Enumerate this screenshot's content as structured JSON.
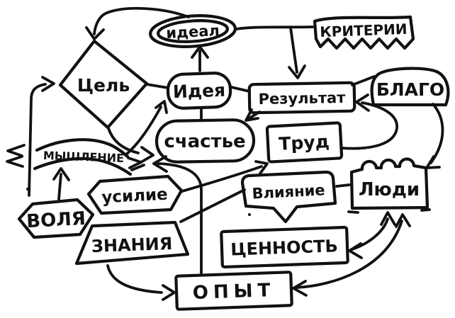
{
  "colors": {
    "ink": "#111111",
    "background": "#ffffff"
  },
  "diagram": {
    "type": "hand-drawn concept map",
    "language": "Russian",
    "nodes": {
      "ideal": {
        "label": "идеал",
        "shape": "double-oval"
      },
      "kriterii": {
        "label": "КРИТЕРИИ",
        "shape": "box-zigzag-bottom"
      },
      "tsel": {
        "label": "Цель",
        "shape": "diamond"
      },
      "ideya": {
        "label": "Идея",
        "shape": "oval"
      },
      "rezultat": {
        "label": "Результат",
        "shape": "rectangle"
      },
      "blago": {
        "label": "БЛАГО",
        "shape": "rounded-box"
      },
      "schastye": {
        "label": "счастье",
        "shape": "oval"
      },
      "trud": {
        "label": "Труд",
        "shape": "rectangle"
      },
      "myshlenie": {
        "label": "МЫШЛЕНИЕ",
        "shape": "ribbon-banner"
      },
      "usilie": {
        "label": "усилие",
        "shape": "hexagon-tag"
      },
      "volya": {
        "label": "ВОЛЯ",
        "shape": "hexagon-tag"
      },
      "vliyanie": {
        "label": "Влияние",
        "shape": "speech-bubble"
      },
      "lyudi": {
        "label": "Люди",
        "shape": "box-with-head-bumps"
      },
      "znaniya": {
        "label": "ЗНАНИЯ",
        "shape": "trapezoid"
      },
      "tsennost": {
        "label": "ЦЕННОСТЬ",
        "shape": "rectangle"
      },
      "opyt": {
        "label": "ОПЫТ",
        "shape": "rectangle"
      }
    },
    "edges": [
      {
        "from": "идеал",
        "to": "Цель",
        "style": "arrow"
      },
      {
        "from": "Идея",
        "to": "идеал",
        "style": "arrow"
      },
      {
        "from": "идеал",
        "to": "КРИТЕРИИ",
        "style": "line"
      },
      {
        "from": "КРИТЕРИИ",
        "to": "Результат",
        "style": "arrow"
      },
      {
        "from": "БЛАГО",
        "to": "Результат",
        "style": "line"
      },
      {
        "from": "БЛАГО",
        "to": "Люди",
        "style": "arrow"
      },
      {
        "from": "Труд",
        "to": "Результат",
        "style": "arrow"
      },
      {
        "from": "Результат",
        "to": "счастье",
        "style": "arrow"
      },
      {
        "from": "Идея",
        "to": "счастье",
        "style": "line"
      },
      {
        "from": "Идея",
        "to": "Результат",
        "style": "line"
      },
      {
        "from": "Цель",
        "to": "Идея",
        "style": "line"
      },
      {
        "from": "Цель",
        "to": "счастье",
        "style": "arrow"
      },
      {
        "from": "МЫШЛЕНИЕ",
        "to": "Идея",
        "style": "arrow"
      },
      {
        "from": "ОПЫТ",
        "to": "МЫШЛЕНИЕ",
        "style": "arrow"
      },
      {
        "from": "ВОЛЯ",
        "to": "МЫШЛЕНИЕ",
        "style": "arrow"
      },
      {
        "from": "ВОЛЯ",
        "to": "Цель",
        "style": "arrow"
      },
      {
        "from": "усилие",
        "to": "Труд",
        "style": "arrow"
      },
      {
        "from": "ЗНАНИЯ",
        "to": "Влияние",
        "style": "line"
      },
      {
        "from": "ЗНАНИЯ",
        "to": "ОПЫТ",
        "style": "arrow"
      },
      {
        "from": "Влияние",
        "to": "Люди",
        "style": "line"
      },
      {
        "from": "ЦЕННОСТЬ",
        "to": "Люди",
        "style": "double-arrow"
      },
      {
        "from": "ОПЫТ",
        "to": "Люди",
        "style": "double-arrow"
      }
    ]
  }
}
